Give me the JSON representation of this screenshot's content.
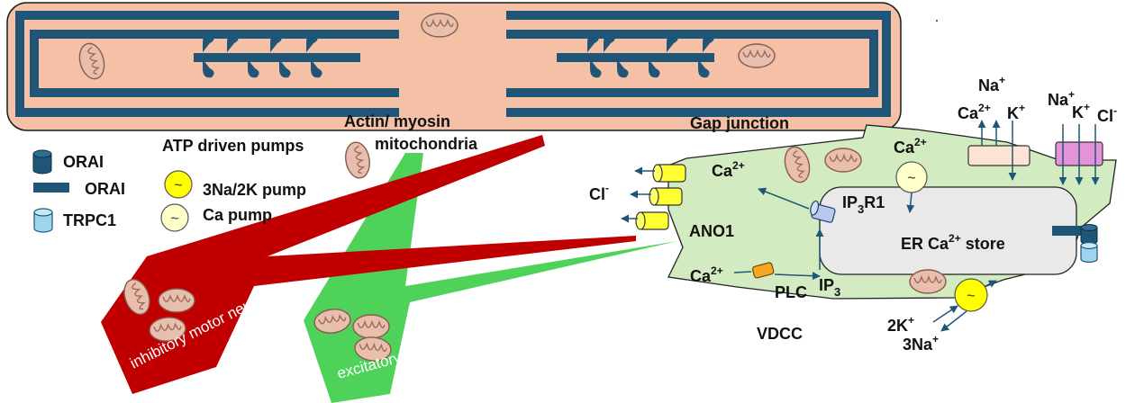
{
  "muscle_cell": {
    "actin_myosin_label": "Actin/ myosin",
    "gap_junction_label": "Gap junction",
    "mitochondria_label": "mitochondria"
  },
  "legend": {
    "orai_channel_label": "ORAI",
    "orai_bar_label": "ORAI",
    "trpc1_label": "TRPC1",
    "pumps_title": "ATP driven pumps",
    "na_k_pump_label": "3Na/2K pump",
    "ca_pump_label": "Ca pump",
    "pump_symbol": "~"
  },
  "icc": {
    "cl_label": "Cl",
    "cl_sup": "-",
    "ca_label": "Ca",
    "ca_sup": "2+",
    "ano1_label": "ANO1",
    "ip3r1_main": "IP",
    "ip3r1_sub": "3",
    "ip3r1_tail": "R1",
    "er_store_pre": "ER Ca",
    "er_store_sup": "2+",
    "er_store_post": " store",
    "ip3_main": "IP",
    "ip3_sub": "3",
    "plc_label": "PLC",
    "vdcc_label": "VDCC",
    "na_plus_main": "Na",
    "na_plus_sup": "+",
    "k_plus_main": "K",
    "k_plus_sup": "+",
    "cl_minus_main": "Cl",
    "cl_minus_sup": "-",
    "two_k_main": "2K",
    "two_k_sup": "+",
    "three_na_main": "3Na",
    "three_na_sup": "+"
  },
  "neurons": {
    "inhibitory_label": "inhibitory motor neuron",
    "excitatory_label": "excitatory motor neuron"
  },
  "colors": {
    "muscle_fill": "#f4c0a6",
    "filament": "#1f5677",
    "icc_fill": "#d3ebc0",
    "er_fill": "#e9e9e9",
    "inhibitory_neuron": "#c00000",
    "excitatory_neuron": "#4fd25a",
    "pump_yellow": "#ffff00",
    "pump_pale": "#ffffcc",
    "mito_fill": "#e8bfae",
    "arrow": "#1f5677"
  }
}
